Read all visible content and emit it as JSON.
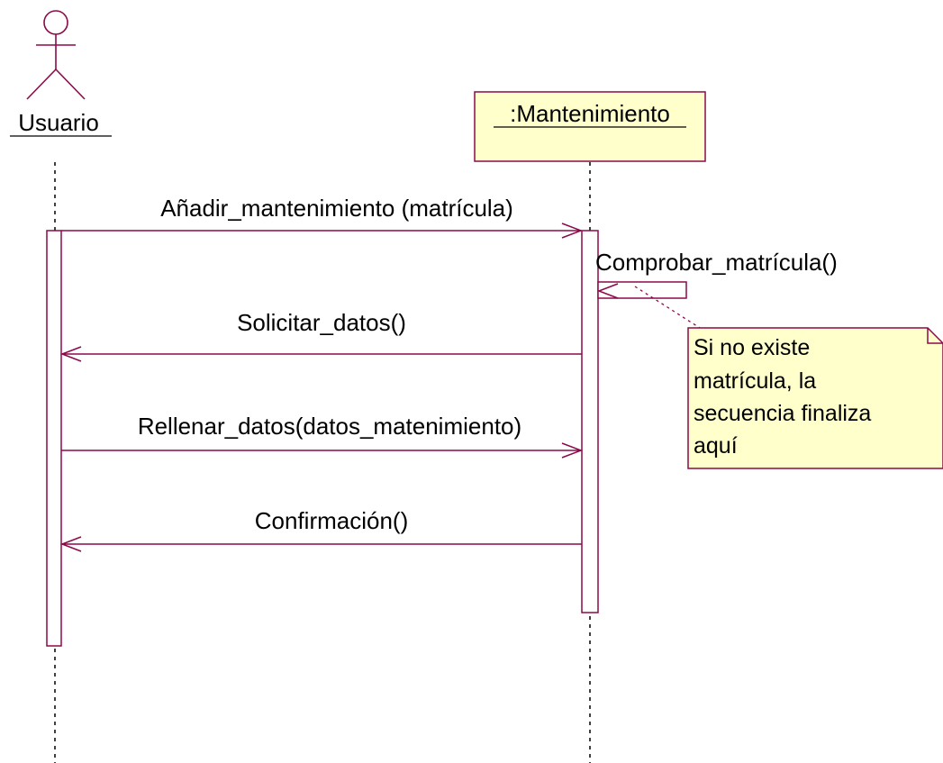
{
  "colors": {
    "line": "#8b0a4a",
    "box_fill": "#ffffcc",
    "text": "#000000",
    "background": "#ffffff"
  },
  "actor": {
    "name": "Usuario",
    "icon": "stick-figure-icon"
  },
  "object": {
    "name": ":Mantenimiento"
  },
  "messages": [
    {
      "label": "Añadir_mantenimiento (matrícula)",
      "from": "Usuario",
      "to": ":Mantenimiento"
    },
    {
      "label": "Comprobar_matrícula()",
      "from": ":Mantenimiento",
      "to": ":Mantenimiento"
    },
    {
      "label": "Solicitar_datos()",
      "from": ":Mantenimiento",
      "to": "Usuario"
    },
    {
      "label": "Rellenar_datos(datos_matenimiento)",
      "from": "Usuario",
      "to": ":Mantenimiento"
    },
    {
      "label": "Confirmación()",
      "from": ":Mantenimiento",
      "to": "Usuario"
    }
  ],
  "note": {
    "lines": [
      "Si no existe",
      "matrícula, la",
      "secuencia finaliza",
      "aquí"
    ]
  }
}
